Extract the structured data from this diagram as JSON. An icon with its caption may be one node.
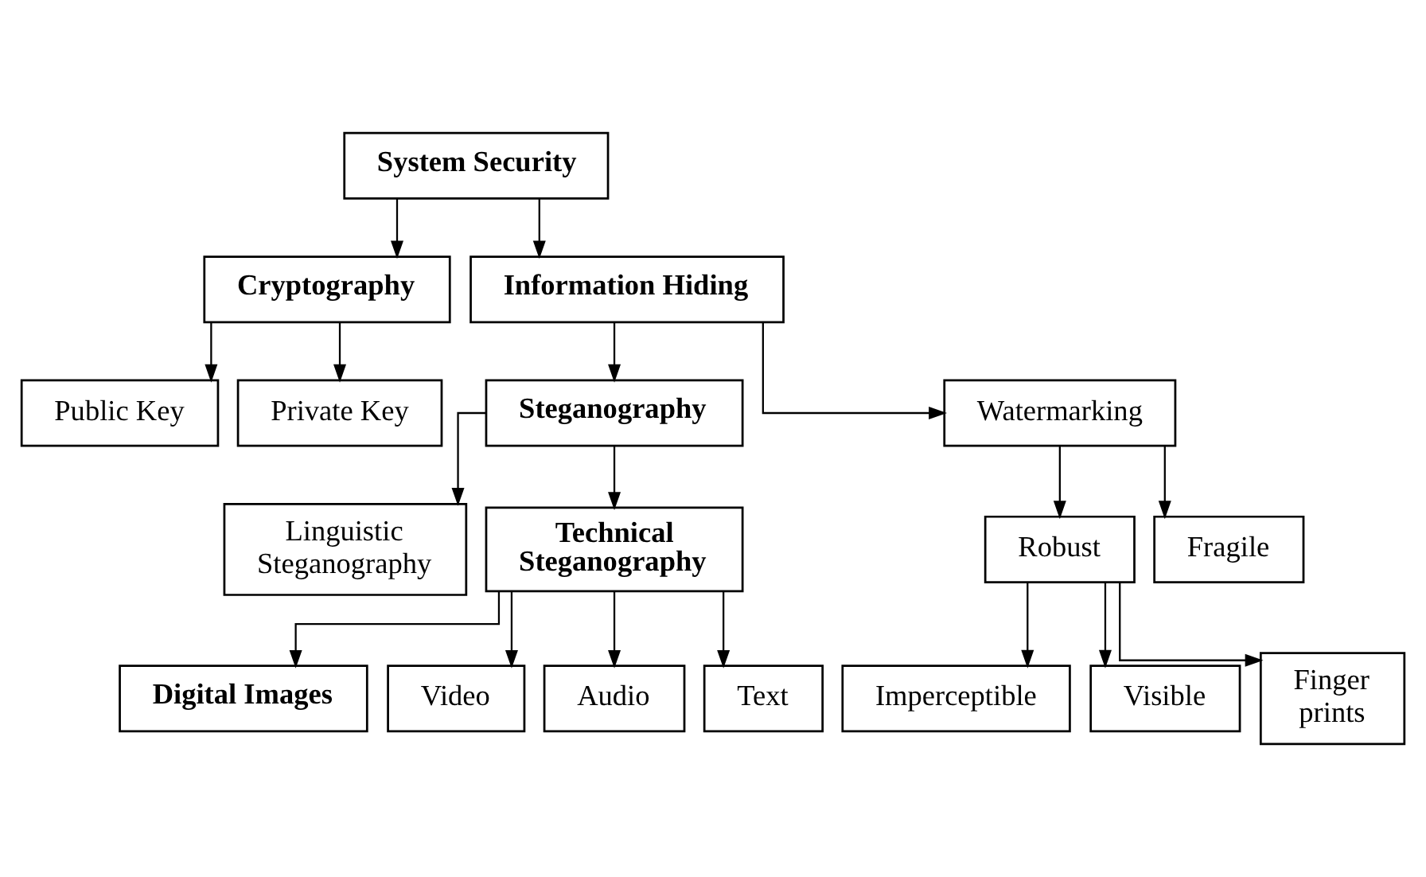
{
  "diagram": {
    "nodes": [
      {
        "text": [
          "System Security"
        ]
      },
      {
        "text": [
          "Cryptography"
        ]
      },
      {
        "text": [
          "Information Hiding"
        ]
      },
      {
        "text": [
          "Public Key"
        ]
      },
      {
        "text": [
          "Private Key"
        ]
      },
      {
        "text": [
          "Steganography"
        ]
      },
      {
        "text": [
          "Watermarking"
        ]
      },
      {
        "text": [
          "Linguistic Steganography"
        ]
      },
      {
        "text": [
          "Technical Steganography"
        ]
      },
      {
        "text": [
          "Robust"
        ]
      },
      {
        "text": [
          "Fragile"
        ]
      },
      {
        "text": [
          "Digital Images"
        ]
      },
      {
        "text": [
          "Video"
        ]
      },
      {
        "text": [
          "Audio"
        ]
      },
      {
        "text": [
          "Text"
        ]
      },
      {
        "text": [
          "Imperceptible"
        ]
      },
      {
        "text": [
          "Visible"
        ]
      },
      {
        "text": [
          "Finger prints"
        ]
      }
    ],
    "edges": [
      {
        "from": 0,
        "to": 1,
        "arrow": "to"
      },
      {
        "from": 0,
        "to": 2,
        "arrow": "to"
      },
      {
        "from": 1,
        "to": 3,
        "arrow": "to"
      },
      {
        "from": 1,
        "to": 4,
        "arrow": "to"
      },
      {
        "from": 2,
        "to": 5,
        "arrow": "to"
      },
      {
        "from": 2,
        "to": 6,
        "arrow": "to"
      },
      {
        "from": 5,
        "to": 7,
        "arrow": "to"
      },
      {
        "from": 5,
        "to": 8,
        "arrow": "to"
      },
      {
        "from": 6,
        "to": 9,
        "arrow": "to"
      },
      {
        "from": 6,
        "to": 10,
        "arrow": "to"
      },
      {
        "from": 8,
        "to": 11,
        "arrow": "to"
      },
      {
        "from": 8,
        "to": 12,
        "arrow": "to"
      },
      {
        "from": 8,
        "to": 13,
        "arrow": "to"
      },
      {
        "from": 8,
        "to": 14,
        "arrow": "to"
      },
      {
        "from": 9,
        "to": 15,
        "arrow": "to"
      },
      {
        "from": 9,
        "to": 16,
        "arrow": "to"
      },
      {
        "from": 9,
        "to": 17,
        "arrow": "to"
      }
    ]
  }
}
